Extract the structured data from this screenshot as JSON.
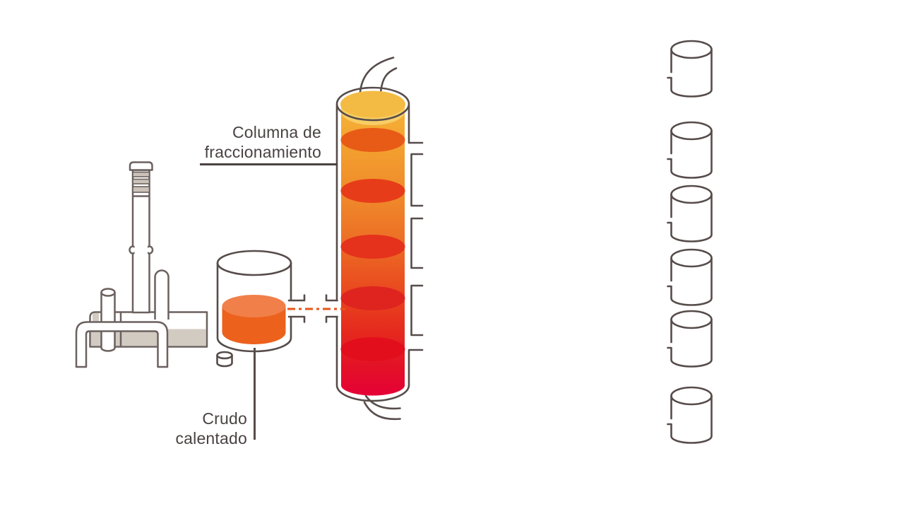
{
  "labels": {
    "column_label": {
      "line1": "Columna de",
      "line2": "fraccionamiento"
    },
    "crude_label": {
      "line1": "Crudo",
      "line2": "calentado"
    }
  },
  "palette": {
    "background": "#FFFFFF",
    "outline-dark": "#564C4A",
    "outline-furnace": "#6B615E",
    "text": "#4A4242",
    "beige": "#D2CBC2",
    "beige-band": "#CBC3BA",
    "feed-dash": "#E7541B",
    "crude-liquid-top": "#F17F49",
    "crude-liquid-body": "#EC611C",
    "column-top-ellipse": "#F3BB43",
    "column-top-highlight": "#F7CD66",
    "tray-1": "#E85B17",
    "tray-2": "#E73C19",
    "tray-3": "#E5321C",
    "tray-4": "#DF241F",
    "tray-5": "#E30E1B",
    "column-gradient-top": "#F7C95F",
    "column-gradient-mid": "#EC6B24",
    "column-gradient-bottom": "#E50037"
  },
  "figure": {
    "column": {
      "tray_count": 5,
      "side_outlet_ports": 4
    },
    "collectors": {
      "count": 6
    }
  }
}
